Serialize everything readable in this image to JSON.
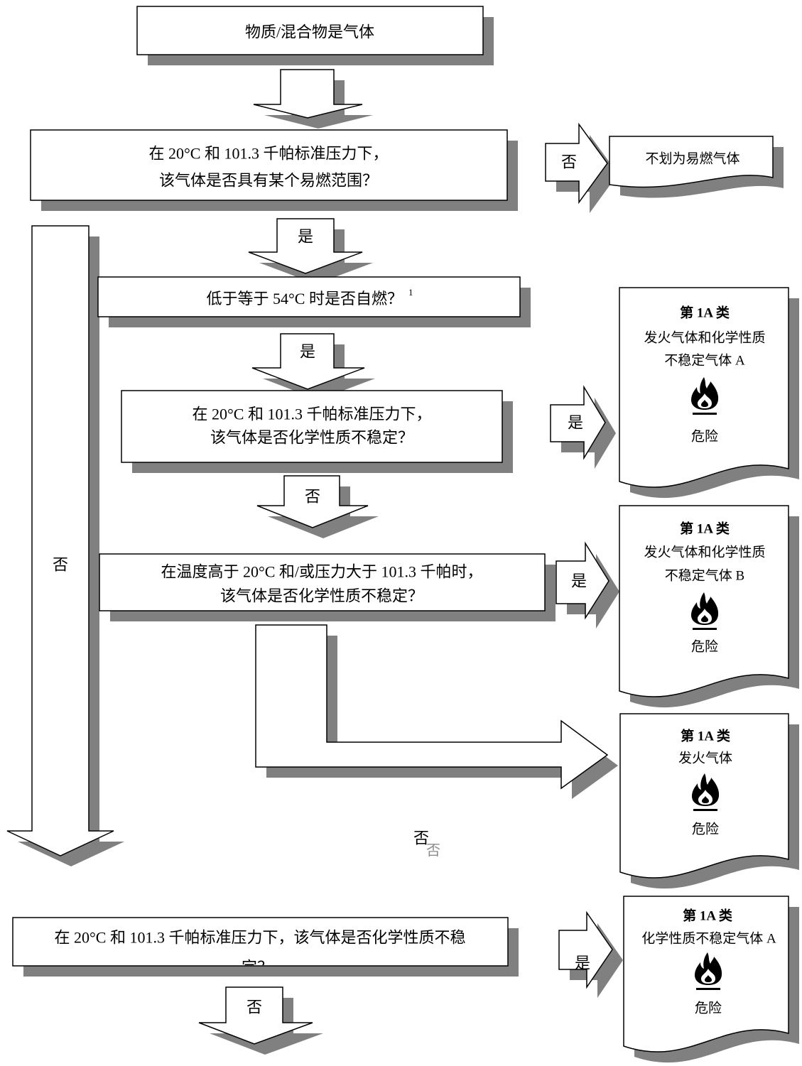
{
  "diagram": {
    "start": {
      "text": "物质/混合物是气体"
    },
    "q1": {
      "lines": [
        "在 20°C 和 101.3 千帕标准压力下，",
        "该气体是否具有某个易燃范围？"
      ]
    },
    "q2": {
      "text": "低于等于 54°C 时是否自燃？",
      "footnote": "1"
    },
    "q3": {
      "lines": [
        "在 20°C 和 101.3 千帕标准压力下，",
        "该气体是否化学性质不稳定？"
      ]
    },
    "q4": {
      "lines": [
        "在温度高于 20°C 和/或压力大于 101.3 千帕时，",
        "该气体是否化学性质不稳定？"
      ]
    },
    "q5": {
      "lines": [
        "在 20°C 和 101.3 千帕标准压力下，该气体是否化学性质不稳",
        "定？"
      ]
    }
  },
  "outcomes": {
    "not_classified": {
      "text": "不划为易燃气体"
    },
    "pyrophoric_unstable_a": {
      "category": "第 1A 类",
      "lines": [
        "发火气体和化学性质",
        "不稳定气体 A"
      ],
      "icon": "flame-icon",
      "signal_word": "危险"
    },
    "pyrophoric_unstable_b": {
      "category": "第 1A 类",
      "lines": [
        "发火气体和化学性质",
        "不稳定气体 B"
      ],
      "icon": "flame-icon",
      "signal_word": "危险"
    },
    "pyrophoric": {
      "category": "第 1A 类",
      "lines": [
        "发火气体"
      ],
      "icon": "flame-icon",
      "signal_word": "危险"
    },
    "unstable_a": {
      "category": "第 1A 类",
      "lines": [
        "化学性质不稳定气体 A"
      ],
      "icon": "flame-icon",
      "signal_word": "危险"
    }
  },
  "arrows": {
    "q1_no": "否",
    "q1_yes": "是",
    "q2_yes": "是",
    "q2_no": "否",
    "q3_yes": "是",
    "q3_no": "否",
    "q4_yes": "是",
    "q4_no": "否",
    "q4_no_overlap": "否",
    "q5_yes": "是",
    "q5_no": "否"
  },
  "colors": {
    "shadow": "#808080",
    "outline": "#000000",
    "fill": "#ffffff",
    "overlap_label": "#8c8c8c"
  }
}
